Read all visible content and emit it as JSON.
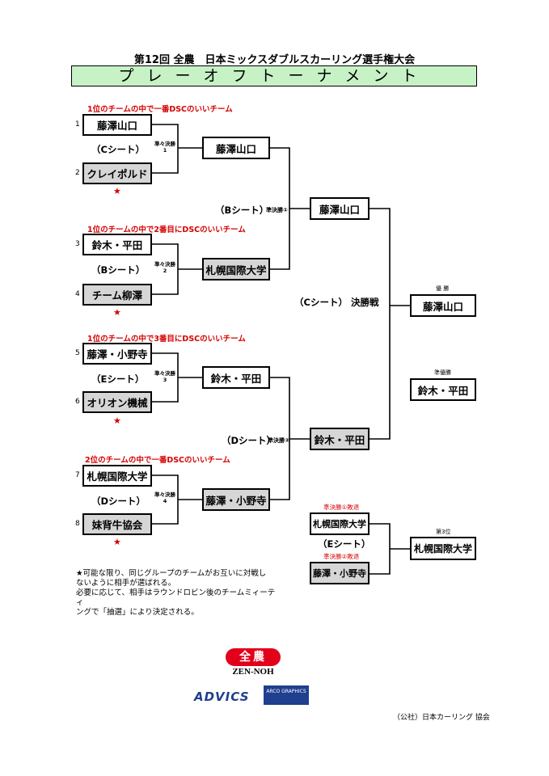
{
  "header": {
    "title": "第12回 全農　日本ミックスダブルスカーリング選手権大会",
    "banner": "プレーオフトーナメント"
  },
  "groups": [
    {
      "label": "1位のチームの中で一番DSCのいいチーム",
      "sheet": "（Cシート）",
      "round": "準々決勝",
      "round_no": "1"
    },
    {
      "label": "1位のチームの中で2番目にDSCのいいチーム",
      "sheet": "（Bシート）",
      "round": "準々決勝",
      "round_no": "2"
    },
    {
      "label": "1位のチームの中で3番目にDSCのいいチーム",
      "sheet": "（Eシート）",
      "round": "準々決勝",
      "round_no": "3"
    },
    {
      "label": "2位のチームの中で一番DSCのいいチーム",
      "sheet": "（Dシート）",
      "round": "準々決勝",
      "round_no": "4"
    }
  ],
  "teams": [
    {
      "seed": "1",
      "name": "藤澤山口"
    },
    {
      "seed": "2",
      "name": "クレイポルド"
    },
    {
      "seed": "3",
      "name": "鈴木・平田"
    },
    {
      "seed": "4",
      "name": "チーム柳澤"
    },
    {
      "seed": "5",
      "name": "藤澤・小野寺"
    },
    {
      "seed": "6",
      "name": "オリオン機械"
    },
    {
      "seed": "7",
      "name": "札幌国際大学"
    },
    {
      "seed": "8",
      "name": "妹背牛協会"
    }
  ],
  "star": "★",
  "quarter_winners": [
    "藤澤山口",
    "札幌国際大学",
    "鈴木・平田",
    "藤澤・小野寺"
  ],
  "semis": [
    {
      "sheet": "（Bシート）",
      "round": "準決勝①",
      "winner": "藤澤山口"
    },
    {
      "sheet": "（Dシート）",
      "round": "準決勝②",
      "winner": "鈴木・平田"
    }
  ],
  "final": {
    "sheet": "（Cシート）",
    "label": "決勝戦"
  },
  "results": {
    "champion_label": "優 勝",
    "champion": "藤澤山口",
    "runner_up_label": "準優勝",
    "runner_up": "鈴木・平田",
    "third_label": "第3位",
    "third": "札幌国際大学"
  },
  "third_place": {
    "sheet": "（Eシート）",
    "loser1_label": "準決勝①敗退",
    "loser1": "札幌国際大学",
    "loser2_label": "準決勝②敗退",
    "loser2": "藤澤・小野寺"
  },
  "note": [
    "★可能な限り、同じグループのチームがお互いに対戦し",
    "ないように相手が選ばれる。",
    "必要に応じて、相手はラウンドロビン後のチームミィーティ",
    "ングで「抽選」により決定される。"
  ],
  "sponsors": {
    "zennoh_kanji": "全農",
    "zennoh_en": "ZEN-NOH",
    "advics": "ADVICS",
    "graphics": "ARCO GRAPHICS"
  },
  "footer": "（公社）日本カーリング 協会",
  "colors": {
    "banner": "#c6f2c6",
    "grey_box": "#d6d6d6",
    "red": "#d60000",
    "zennoh_red": "#e2001a",
    "advics_blue": "#1f3f8f"
  }
}
